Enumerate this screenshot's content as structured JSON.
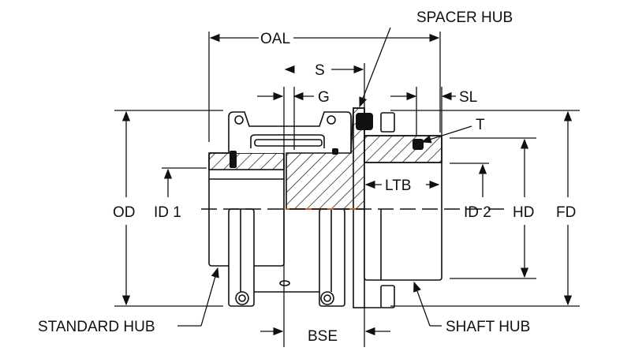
{
  "diagram": {
    "labels": {
      "spacer_hub": "SPACER HUB",
      "oal": "OAL",
      "s": "S",
      "g": "G",
      "sl": "SL",
      "t": "T",
      "od": "OD",
      "id1": "ID 1",
      "ltb": "LTB",
      "id2": "ID 2",
      "hd": "HD",
      "fd": "FD",
      "standard_hub": "STANDARD HUB",
      "bse": "BSE",
      "shaft_hub": "SHAFT HUB"
    },
    "colors": {
      "line": "#111111",
      "seal": "#111111",
      "accent": "#c0602a"
    }
  }
}
